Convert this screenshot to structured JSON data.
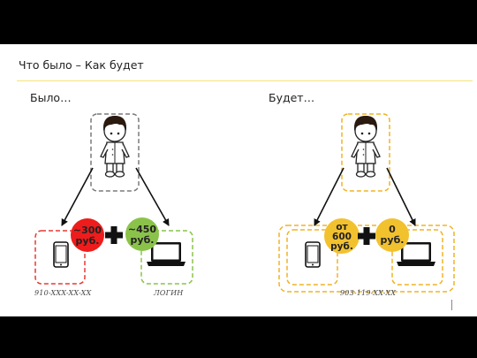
{
  "header": {
    "title": "Что было – Как будет"
  },
  "before": {
    "heading": "Было…",
    "badge_phone": {
      "lines": [
        "~300",
        "руб."
      ],
      "color": "#ee1c1c"
    },
    "badge_internet": {
      "lines": [
        "~450",
        "руб."
      ],
      "color": "#8bc34a"
    },
    "phone_number": "910-XXX-XX-XX",
    "login_label": "ЛОГИН",
    "box_colors": {
      "person": "#7a7a7a",
      "phone": "#e53935",
      "laptop": "#8bc34a"
    }
  },
  "after": {
    "heading": "Будет…",
    "badge_phone": {
      "lines": [
        "от",
        "600",
        "руб."
      ],
      "color": "#f2c12e"
    },
    "badge_internet": {
      "lines": [
        "0",
        "руб."
      ],
      "color": "#f2c12e"
    },
    "phone_number": "903-119-XX-XX",
    "box_color": "#f0b323"
  },
  "icons": [
    "person-icon",
    "phone-icon",
    "laptop-icon",
    "plus-icon",
    "arrow-icon"
  ]
}
